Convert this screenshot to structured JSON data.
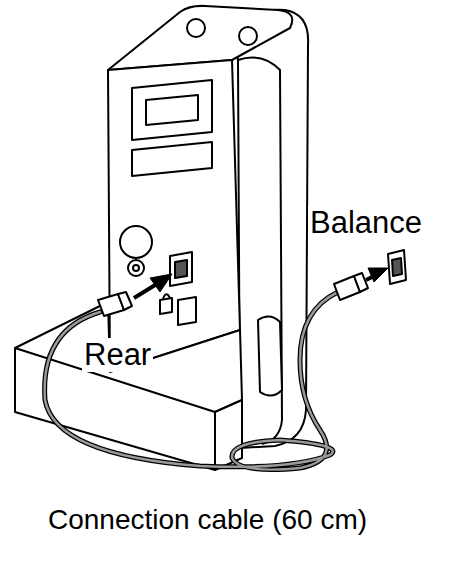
{
  "diagram": {
    "labels": [
      "Balance",
      "Rear",
      "Connection cable (60 cm)"
    ]
  }
}
